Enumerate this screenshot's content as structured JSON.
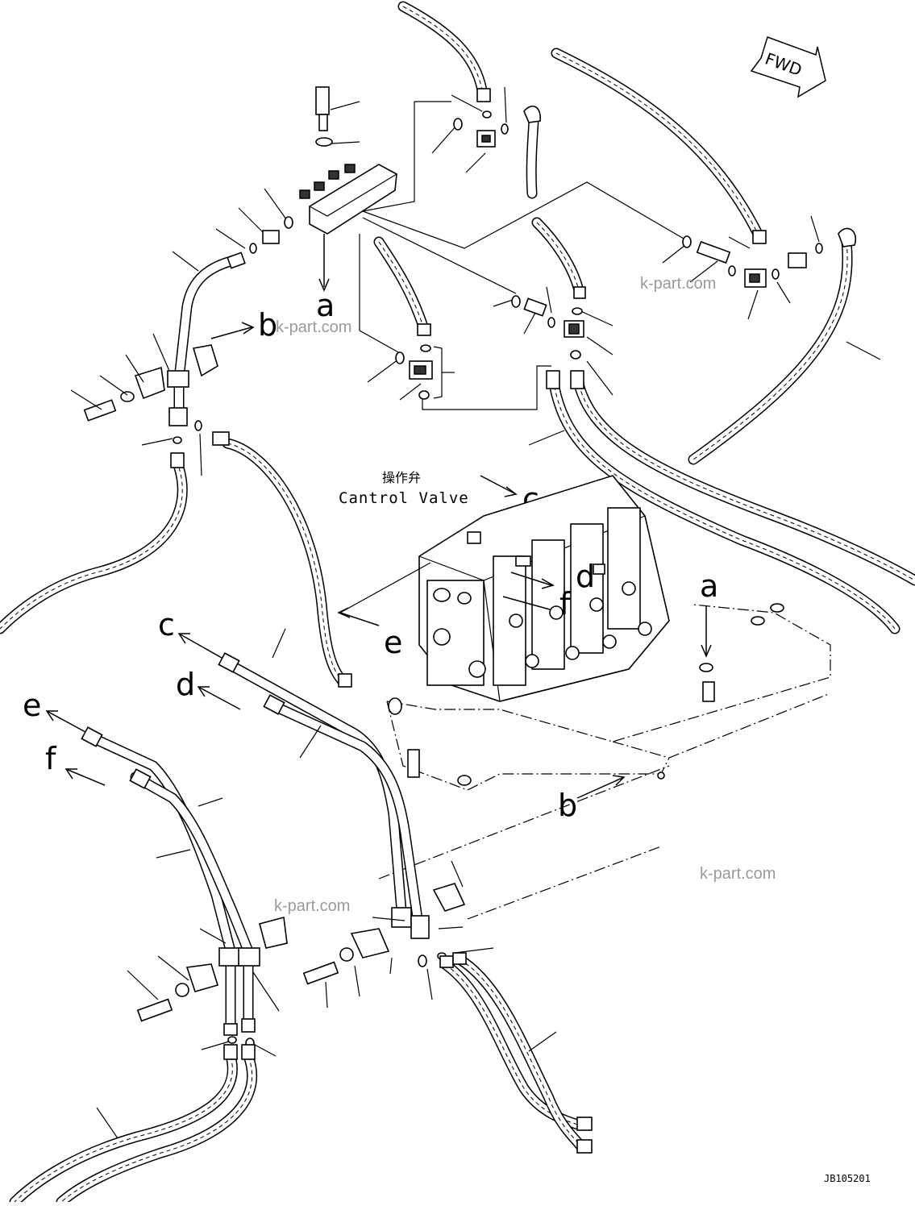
{
  "diagram": {
    "fwd_label": "FWD",
    "valve_title_jp": "操作弁",
    "valve_title_en": "Cantrol Valve",
    "drawing_number": "JB105201",
    "watermark": "k-part.com",
    "connection_labels": {
      "a_top": "a",
      "a_bottom": "a",
      "b_top": "b",
      "b_bottom": "b",
      "c_valve": "c",
      "c_pipe": "c",
      "d_valve": "d",
      "d_pipe": "d",
      "e_valve": "e",
      "e_pipe": "e",
      "f_valve": "f",
      "f_pipe": "f"
    }
  }
}
